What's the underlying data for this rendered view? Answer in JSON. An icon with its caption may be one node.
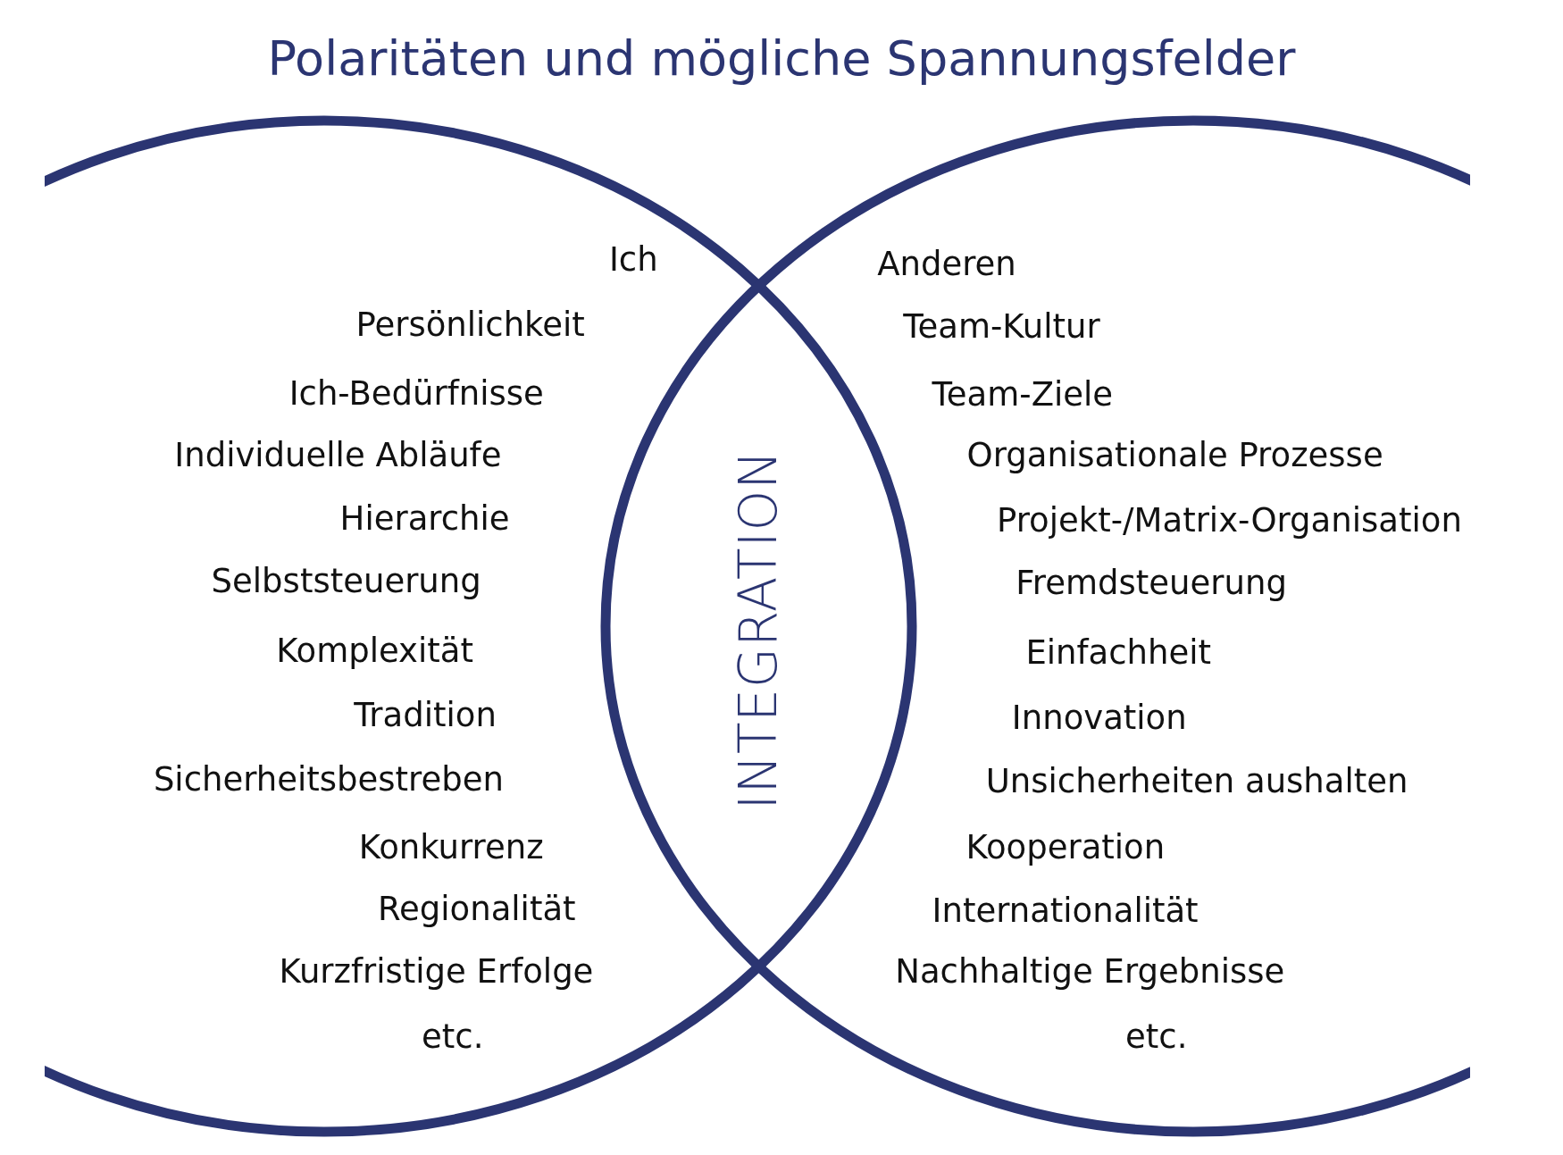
{
  "diagram": {
    "title": "Polaritäten und mögliche Spannungsfelder",
    "labels": [
      "Ich",
      "Persönlichkeit",
      "Ich-Bedürfnisse",
      "Individuelle Abläufe",
      "Hierarchie",
      "Selbststeuerung",
      "Komplexität",
      "Tradition",
      "Sicherheitsbestreben",
      "Konkurrenz",
      "Regionalität",
      "Kurzfristige Erfolge",
      "etc.",
      "INTEGRATION",
      "Anderen",
      "Team-Kultur",
      "Team-Ziele",
      "Organisationale Prozesse",
      "Projekt-/Matrix-Organisation",
      "Fremdsteuerung",
      "Einfachheit",
      "Innovation",
      "Unsicherheiten aushalten",
      "Kooperation",
      "Internationalität",
      "Nachhaltige Ergebnisse",
      "etc."
    ]
  }
}
